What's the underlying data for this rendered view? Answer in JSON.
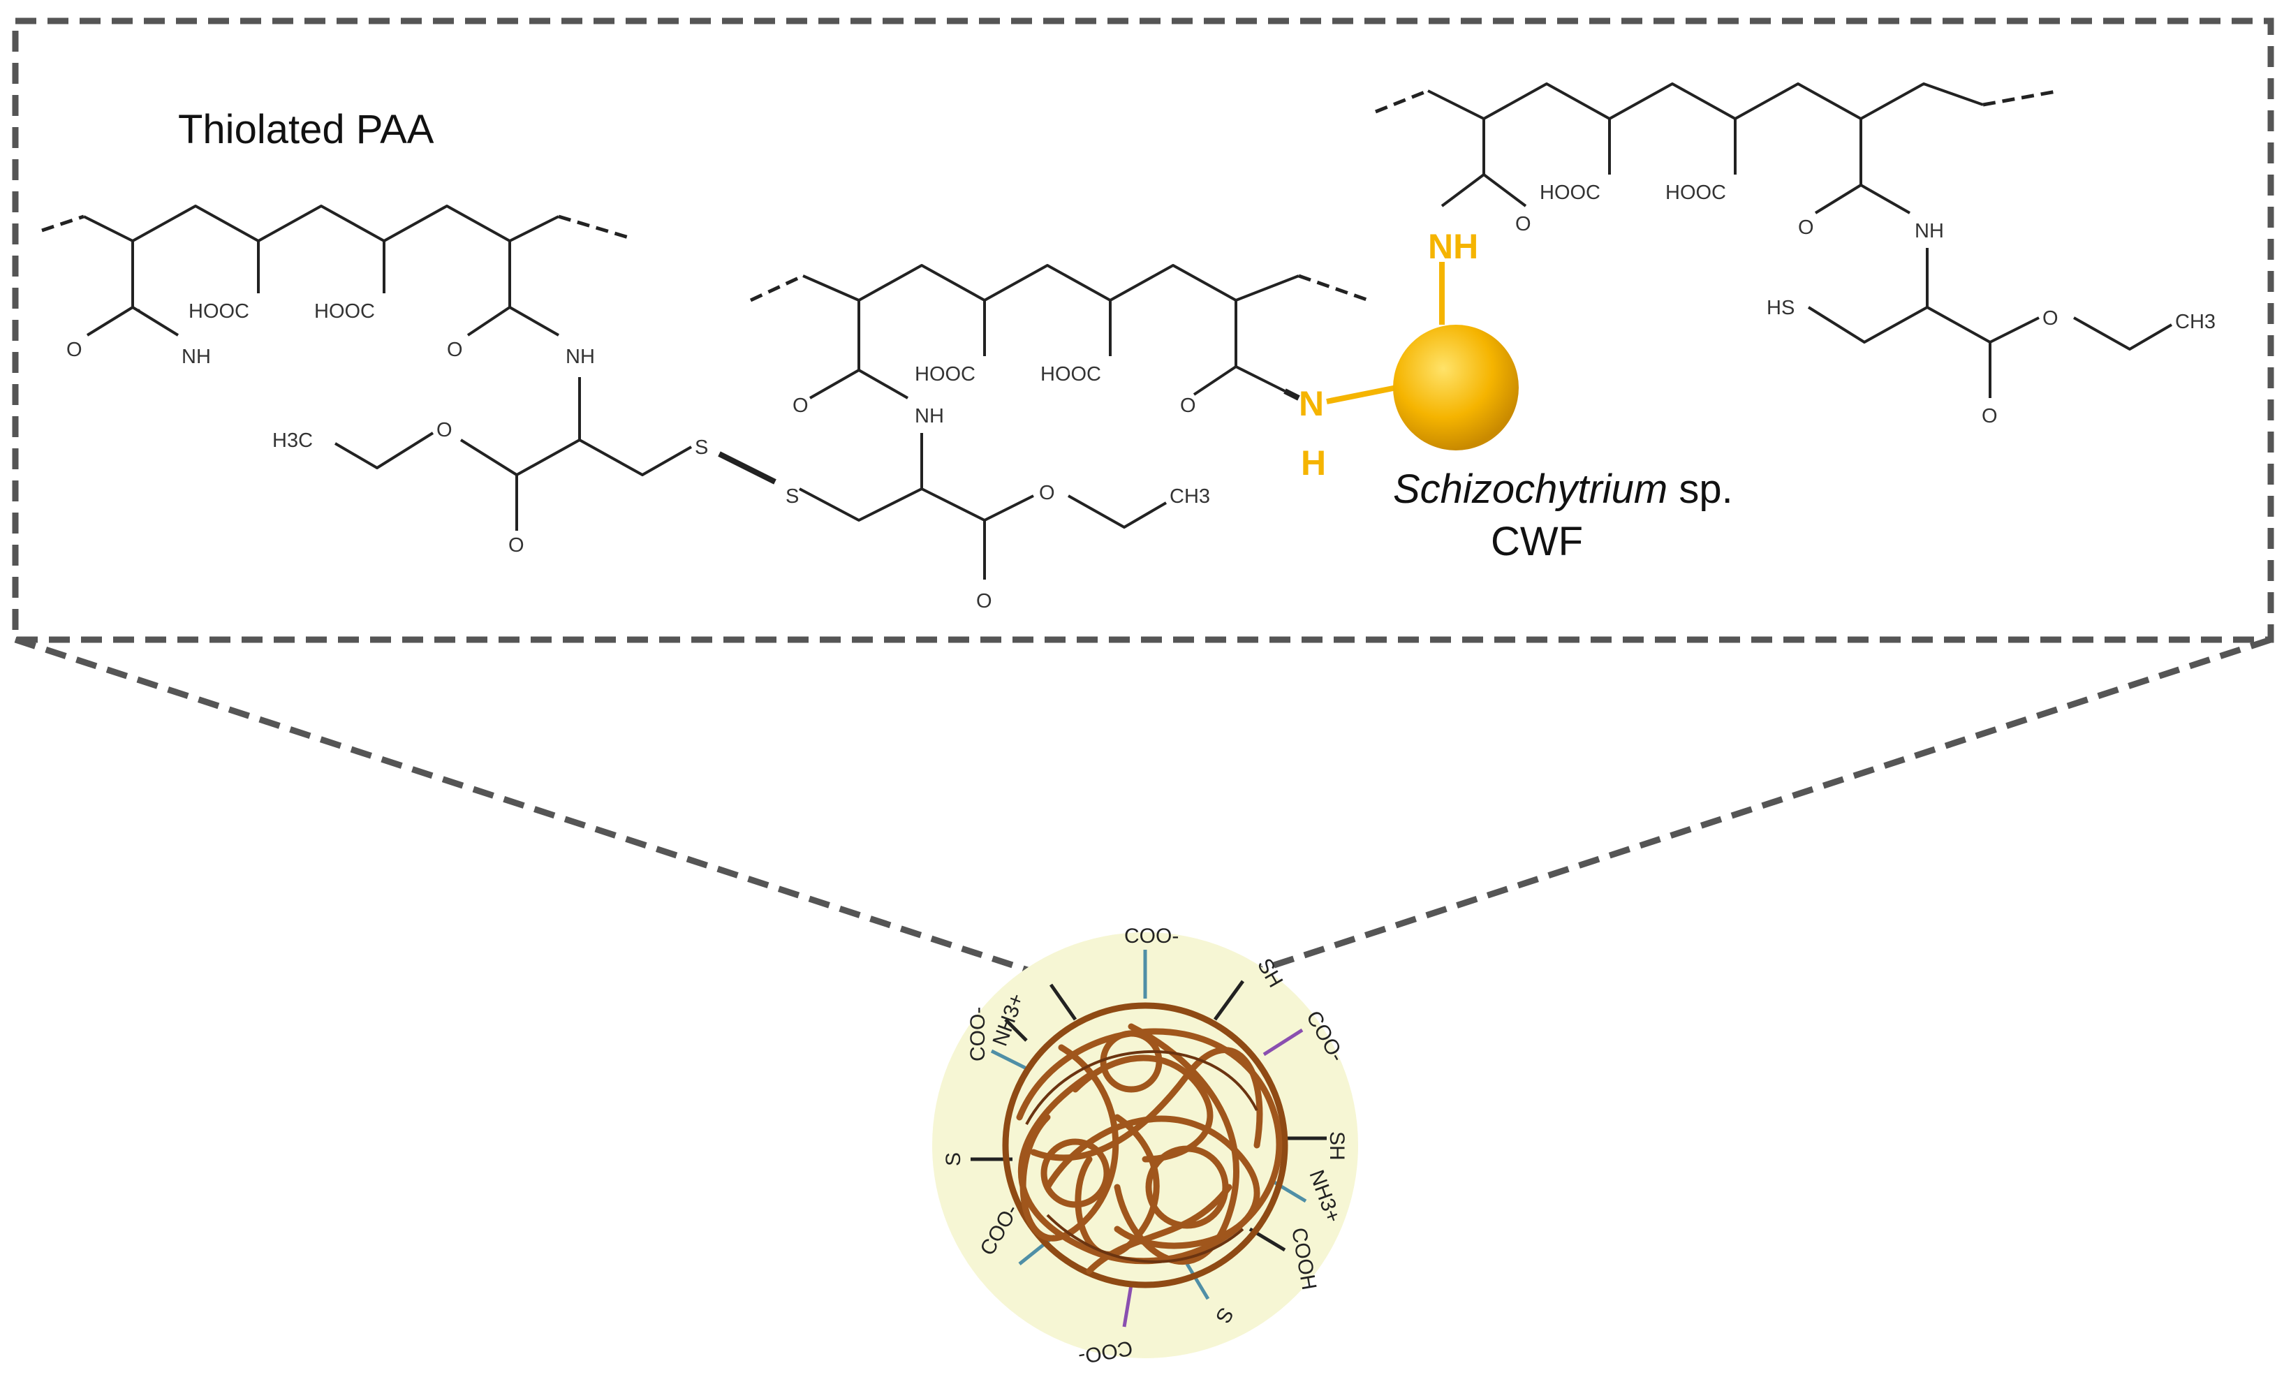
{
  "title": "Thiolated PAA",
  "particle": {
    "name_italic": "Schizochytrium",
    "name_rest": " sp.",
    "name_line2": "CWF"
  },
  "colors": {
    "yellow": "#f5b400",
    "particle_bg": "#f6f6d4",
    "fiber": "#a0561c",
    "teal": "#4f8fa6",
    "purple": "#8a4fb0"
  },
  "labels": {
    "hooc": "HOOC",
    "nh": "NH",
    "o": "O",
    "s": "S",
    "sh": "SH",
    "hs": "HS",
    "ch3": "CH3",
    "h3c": "H3C",
    "n": "N",
    "h": "H",
    "nh_link": "NH"
  },
  "surface_groups": {
    "coo": "COO-",
    "coo_plain": "COO",
    "minus": "-",
    "s": "S",
    "sh": "SH",
    "nh3": "NH3+",
    "cooh": "COOH"
  }
}
